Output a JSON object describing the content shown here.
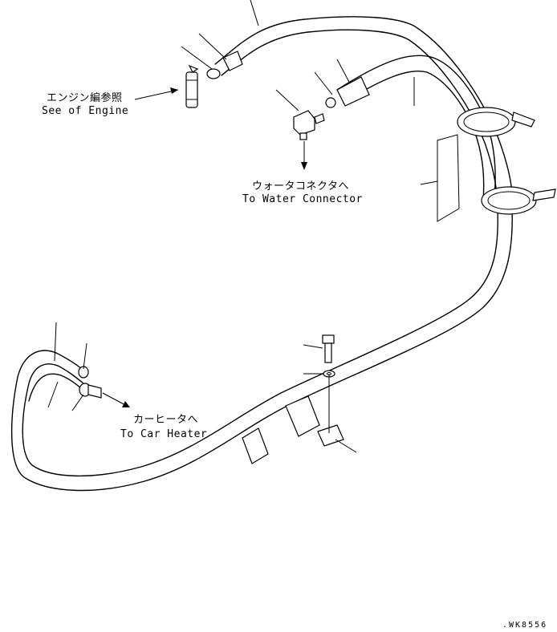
{
  "labels": {
    "engine_jp": "エンジン編参照",
    "engine_en": "See of Engine",
    "water_jp": "ウォータコネクタへ",
    "water_en": "To Water Connector",
    "heater_jp": "カーヒータへ",
    "heater_en": "To Car Heater",
    "drawing_code": ".WK8556"
  }
}
